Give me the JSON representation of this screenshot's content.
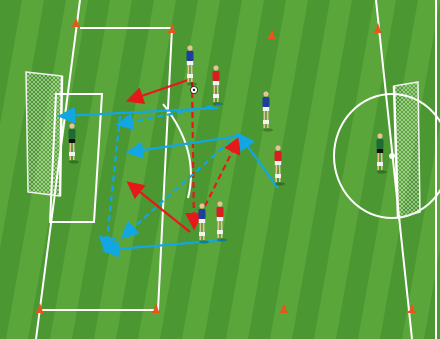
{
  "colors": {
    "grass_light": "#5aa63b",
    "grass_dark": "#3f8a2a",
    "lines": "#ffffff",
    "team_red": "#d81e1e",
    "team_blue": "#1f3f9e",
    "keeper": "#1e6b3a",
    "cone": "#e8561c",
    "arrow_red": "#e51919",
    "arrow_cyan": "#12a6e3"
  },
  "pitch_markings": [
    "penalty-box-left",
    "goal-box-left",
    "penalty-arc",
    "center-circle",
    "center-spot",
    "sidelines",
    "halfway-line"
  ],
  "players": [
    {
      "team": "blue",
      "role": "attacker"
    },
    {
      "team": "red",
      "role": "defender"
    },
    {
      "team": "blue",
      "role": "attacker"
    },
    {
      "team": "red",
      "role": "defender"
    },
    {
      "team": "blue",
      "role": "attacker"
    },
    {
      "team": "red",
      "role": "defender"
    },
    {
      "team": "keeper",
      "role": "goalkeeper-left"
    },
    {
      "team": "keeper",
      "role": "goalkeeper-right"
    }
  ],
  "movements": [
    {
      "type": "player-run",
      "color": "red",
      "style": "solid"
    },
    {
      "type": "player-run",
      "color": "red",
      "style": "dashed"
    },
    {
      "type": "player-run",
      "color": "red",
      "style": "solid"
    },
    {
      "type": "player-run",
      "color": "red",
      "style": "dashed"
    },
    {
      "type": "pass",
      "color": "cyan",
      "style": "solid"
    },
    {
      "type": "pass",
      "color": "cyan",
      "style": "dashed"
    },
    {
      "type": "pass",
      "color": "cyan",
      "style": "solid"
    },
    {
      "type": "pass",
      "color": "cyan",
      "style": "dashed"
    },
    {
      "type": "pass",
      "color": "cyan",
      "style": "solid"
    }
  ],
  "cones_count": 8,
  "goals": [
    "left-goal",
    "right-goal"
  ],
  "ball": "football-icon"
}
